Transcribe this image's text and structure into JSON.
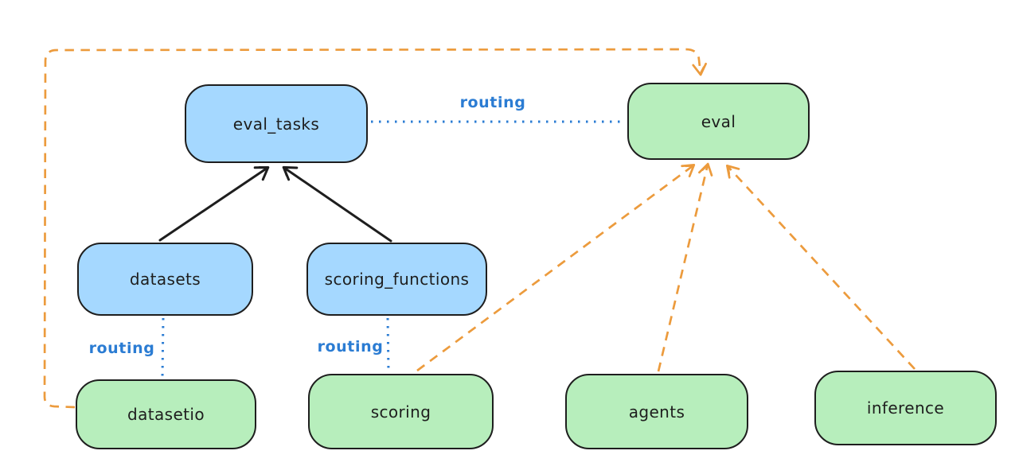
{
  "diagram": {
    "kind": "architecture-diagram",
    "background": "#ffffff",
    "colors": {
      "background": "#ffffff",
      "stroke": "#1e1e1e",
      "api_fill": "#a5d8ff",
      "provider_fill": "#b7eebc",
      "routing_blue": "#2b7cd3",
      "dependency_orange": "#ec9b3d"
    },
    "nodes": [
      {
        "id": "eval_tasks",
        "label": "eval_tasks",
        "fill": "api"
      },
      {
        "id": "eval",
        "label": "eval",
        "fill": "provider"
      },
      {
        "id": "datasets",
        "label": "datasets",
        "fill": "api"
      },
      {
        "id": "scoring_functions",
        "label": "scoring_functions",
        "fill": "api"
      },
      {
        "id": "datasetio",
        "label": "datasetio",
        "fill": "provider"
      },
      {
        "id": "scoring",
        "label": "scoring",
        "fill": "provider"
      },
      {
        "id": "agents",
        "label": "agents",
        "fill": "provider"
      },
      {
        "id": "inference",
        "label": "inference",
        "fill": "provider"
      }
    ],
    "routing_labels": [
      "routing",
      "routing",
      "routing"
    ],
    "edges": [
      {
        "from": "datasets",
        "to": "eval_tasks",
        "style": "solid",
        "color": "black",
        "arrowhead": true
      },
      {
        "from": "scoring_functions",
        "to": "eval_tasks",
        "style": "solid",
        "color": "black",
        "arrowhead": true
      },
      {
        "from": "eval_tasks",
        "to": "eval",
        "style": "dotted",
        "color": "blue",
        "arrowhead": false,
        "label": "routing"
      },
      {
        "from": "datasets",
        "to": "datasetio",
        "style": "dotted",
        "color": "blue",
        "arrowhead": false,
        "label": "routing"
      },
      {
        "from": "scoring_functions",
        "to": "scoring",
        "style": "dotted",
        "color": "blue",
        "arrowhead": false,
        "label": "routing"
      },
      {
        "from": "datasetio",
        "to": "eval",
        "style": "dashed",
        "color": "orange",
        "arrowhead": true,
        "route": "left-and-over-top"
      },
      {
        "from": "scoring",
        "to": "eval",
        "style": "dashed",
        "color": "orange",
        "arrowhead": true
      },
      {
        "from": "agents",
        "to": "eval",
        "style": "dashed",
        "color": "orange",
        "arrowhead": true
      },
      {
        "from": "inference",
        "to": "eval",
        "style": "dashed",
        "color": "orange",
        "arrowhead": true
      }
    ]
  }
}
